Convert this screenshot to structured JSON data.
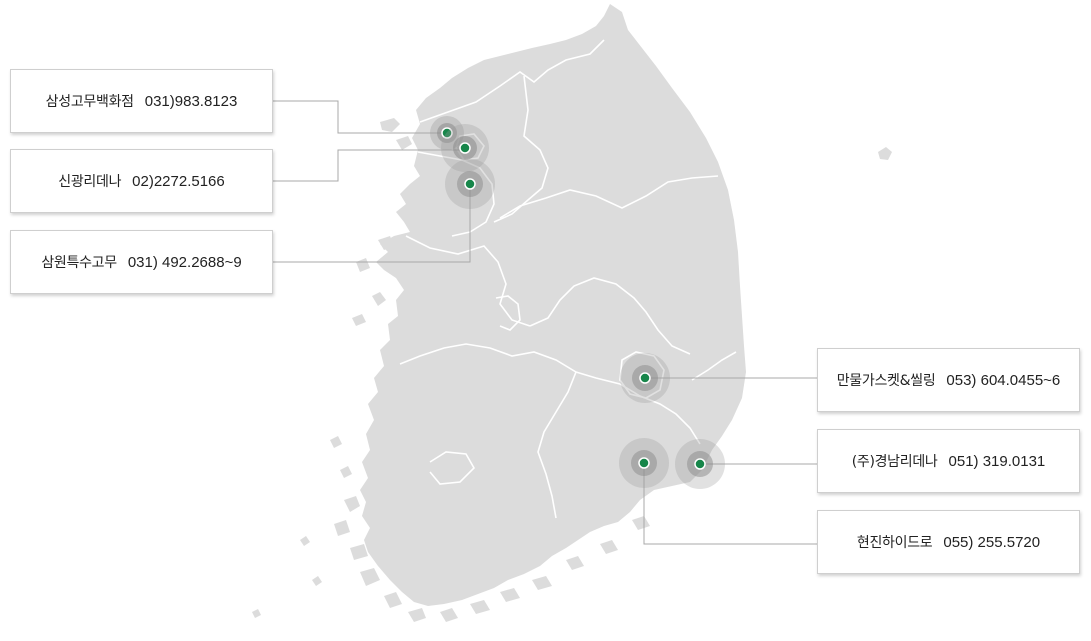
{
  "colors": {
    "land": "#dcdcdc",
    "border": "#ffffff",
    "connector": "#a8a8a8",
    "marker_dot": "#17864a",
    "marker_halo": "#9a9a9a"
  },
  "dealers": [
    {
      "name": "삼성고무백화점",
      "phone": "031)983.8123"
    },
    {
      "name": "신광리데나",
      "phone": "02)2272.5166"
    },
    {
      "name": "삼원특수고무",
      "phone": "031) 492.2688~9"
    },
    {
      "name": "만물가스켓&씰링",
      "phone": "053) 604.0455~6"
    },
    {
      "name": "(주)경남리데나",
      "phone": "051) 319.0131"
    },
    {
      "name": "현진하이드로",
      "phone": "055) 255.5720"
    }
  ]
}
